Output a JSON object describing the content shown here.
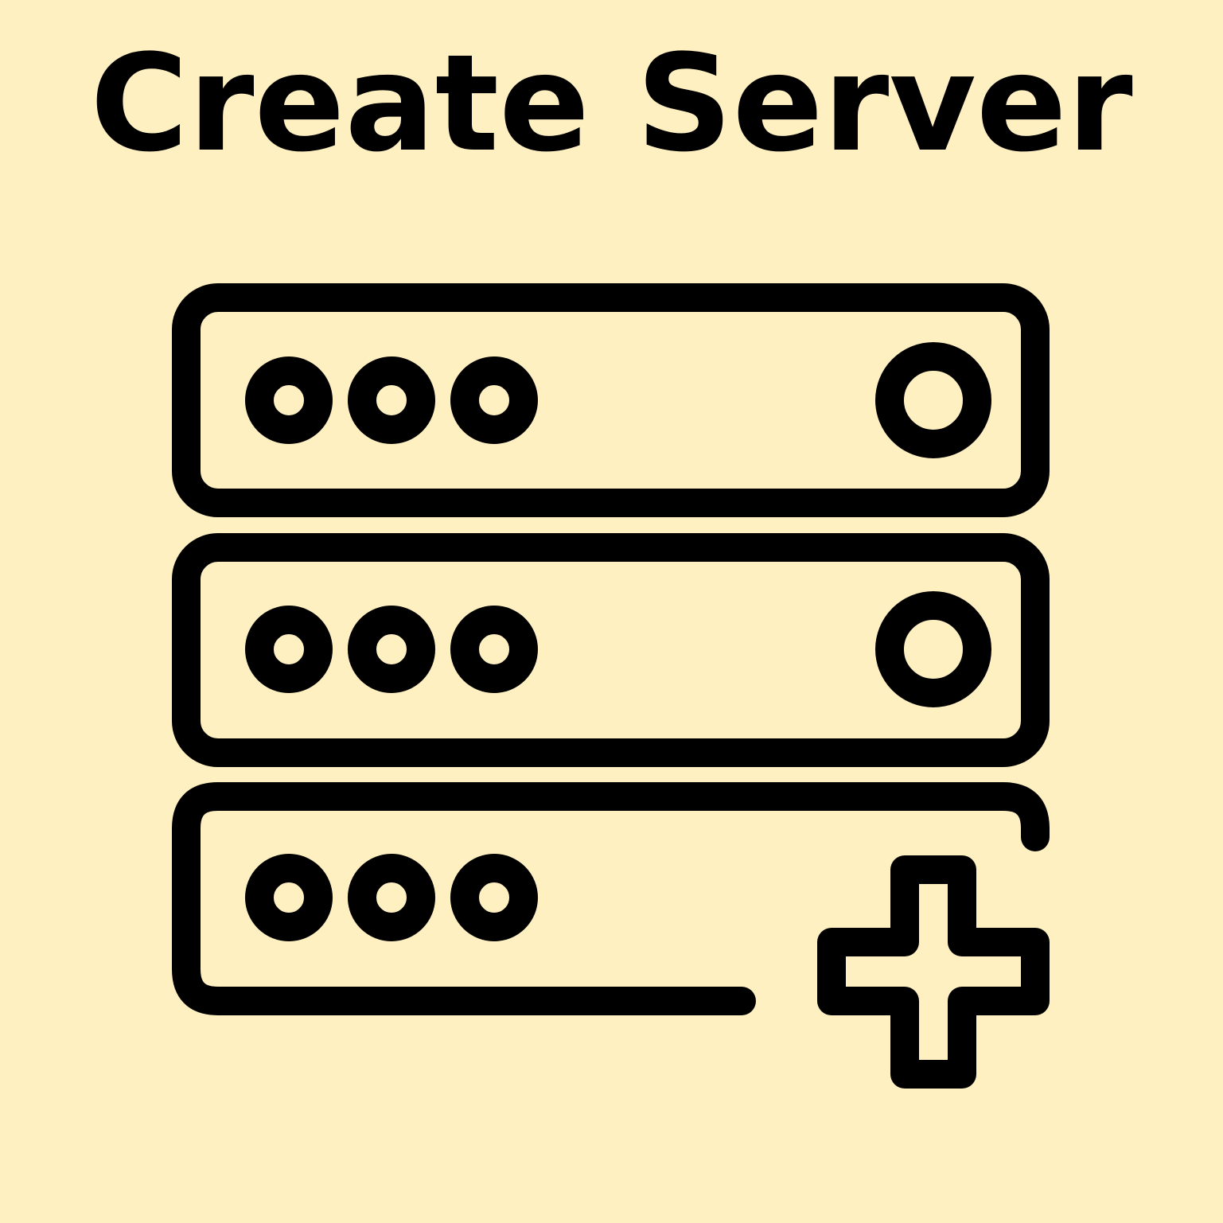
{
  "title": "Create Server",
  "colors": {
    "background": "#FFF0C1",
    "foreground": "#000000"
  },
  "icon": {
    "name": "add-server-icon",
    "parts": [
      "server-rack-unit",
      "server-rack-unit",
      "server-rack-unit",
      "plus-icon"
    ]
  }
}
